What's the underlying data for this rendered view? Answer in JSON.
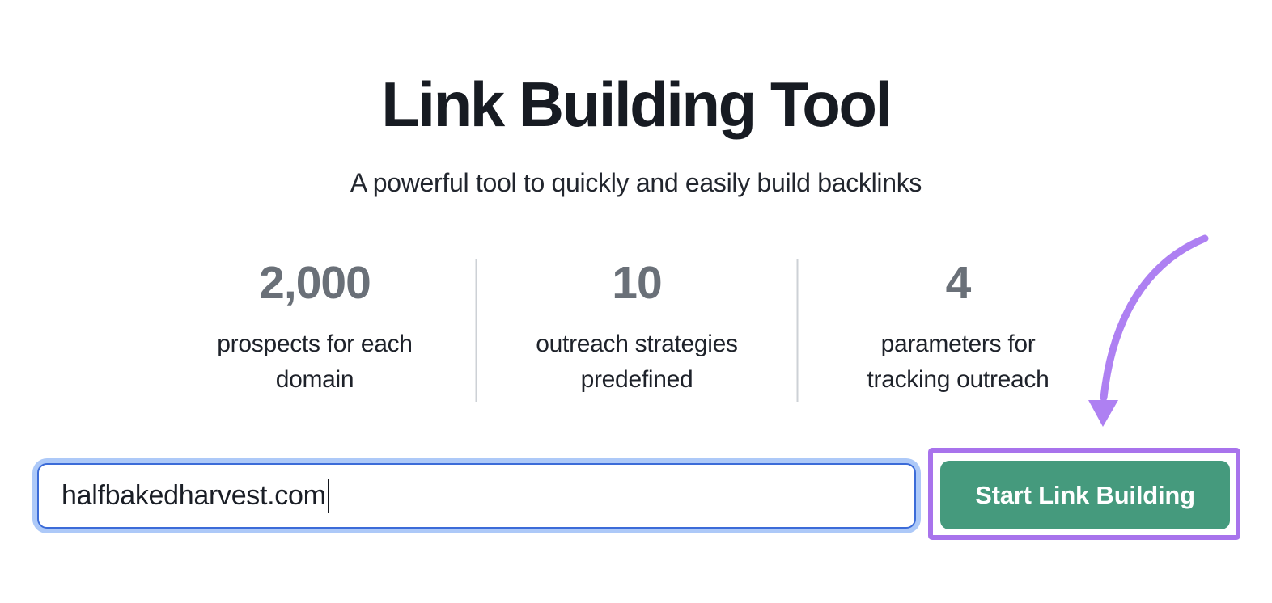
{
  "header": {
    "title": "Link Building Tool",
    "subtitle": "A powerful tool to quickly and easily build backlinks"
  },
  "stats": [
    {
      "value": "2,000",
      "lines": [
        "prospects for each",
        "domain"
      ]
    },
    {
      "value": "10",
      "lines": [
        "outreach strategies",
        "predefined"
      ]
    },
    {
      "value": "4",
      "lines": [
        "parameters for",
        "tracking outreach"
      ]
    }
  ],
  "form": {
    "domain_input": {
      "value": "halfbakedharvest.com"
    },
    "start_button": {
      "label": "Start Link Building"
    }
  },
  "annotations": {
    "highlight_box": "purple-box-around-start-button",
    "arrow": "curved-purple-arrow-pointing-to-start-button"
  },
  "colors": {
    "button_green": "#459a7d",
    "annotation_purple_box": "#a873ec",
    "annotation_purple_arrow": "#ae80f2",
    "input_border_blue": "#3b6bd8",
    "input_focus_ring_blue": "#adc9f8",
    "stat_number_gray": "#6a7078",
    "heading_dark": "#171b22",
    "divider_gray": "#cdd1d6"
  }
}
